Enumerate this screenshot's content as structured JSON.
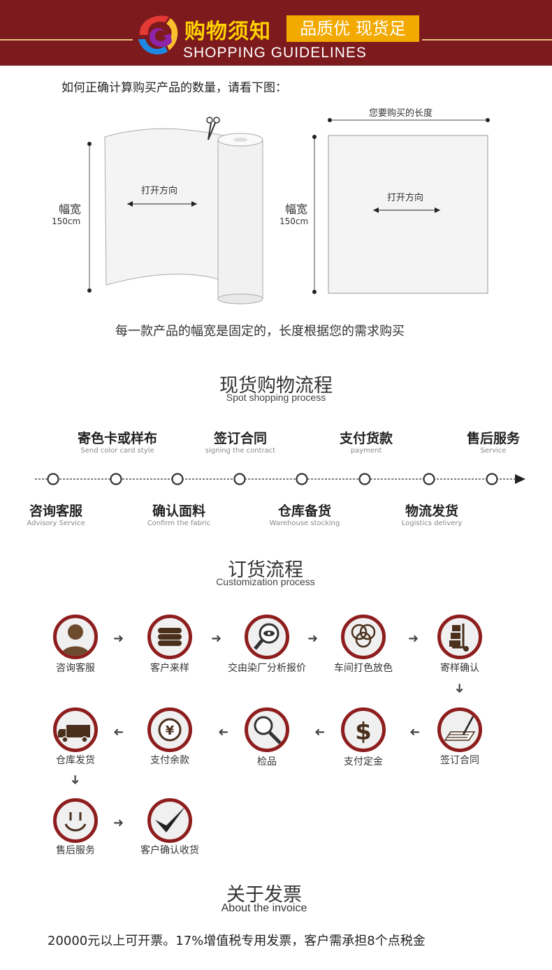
{
  "header": {
    "title": "购物须知",
    "badge": "品质优 现货足",
    "subtitle": "SHOPPING GUIDELINES"
  },
  "intro": {
    "question": "如何正确计算购买产品的数量，请看下图：",
    "roll": {
      "width_label": "幅宽",
      "width_value": "150cm",
      "direction": "打开方向"
    },
    "sheet": {
      "length_label": "您要购买的长度",
      "width_label": "幅宽",
      "width_value": "150cm",
      "direction": "打开方向"
    },
    "note": "每一款产品的幅宽是固定的，长度根据您的需求购买"
  },
  "spot_process": {
    "title": "现货购物流程",
    "subtitle": "Spot shopping process",
    "top_steps": [
      {
        "cn": "寄色卡或样布",
        "en": "Send color card style"
      },
      {
        "cn": "签订合同",
        "en": "signing the contract"
      },
      {
        "cn": "支付货款",
        "en": "payment"
      },
      {
        "cn": "售后服务",
        "en": "Service"
      }
    ],
    "bottom_steps": [
      {
        "cn": "咨询客服",
        "en": "Advisory Service"
      },
      {
        "cn": "确认面料",
        "en": "Confirm the fabric"
      },
      {
        "cn": "仓库备货",
        "en": "Warehouse stocking"
      },
      {
        "cn": "物流发货",
        "en": "Logistics delivery"
      }
    ]
  },
  "custom_process": {
    "title": "订货流程",
    "subtitle": "Customization process",
    "steps": [
      {
        "label": "咨询客服",
        "icon": "person-icon"
      },
      {
        "label": "客户来样",
        "icon": "fabric-stack-icon"
      },
      {
        "label": "交由染厂分析报价",
        "icon": "magnifier-eye-icon"
      },
      {
        "label": "车间打色放色",
        "icon": "color-rings-icon"
      },
      {
        "label": "寄样确认",
        "icon": "hand-truck-icon"
      },
      {
        "label": "签订合同",
        "icon": "contract-pen-icon"
      },
      {
        "label": "支付定金",
        "icon": "dollar-icon"
      },
      {
        "label": "检品",
        "icon": "magnifier-icon"
      },
      {
        "label": "支付余款",
        "icon": "yen-coin-icon"
      },
      {
        "label": "仓库发货",
        "icon": "truck-icon"
      },
      {
        "label": "售后服务",
        "icon": "smiley-icon"
      },
      {
        "label": "客户确认收货",
        "icon": "checkmark-icon"
      }
    ]
  },
  "invoice": {
    "title": "关于发票",
    "subtitle": "About the invoice",
    "text": "20000元以上可开票。17%增值税专用发票，客户需承担8个点税金"
  },
  "colors": {
    "header_bg": "#7d1a1d",
    "accent_gold": "#ffd200",
    "badge": "#f2a900",
    "icon_ring": "#8e1e1e"
  }
}
